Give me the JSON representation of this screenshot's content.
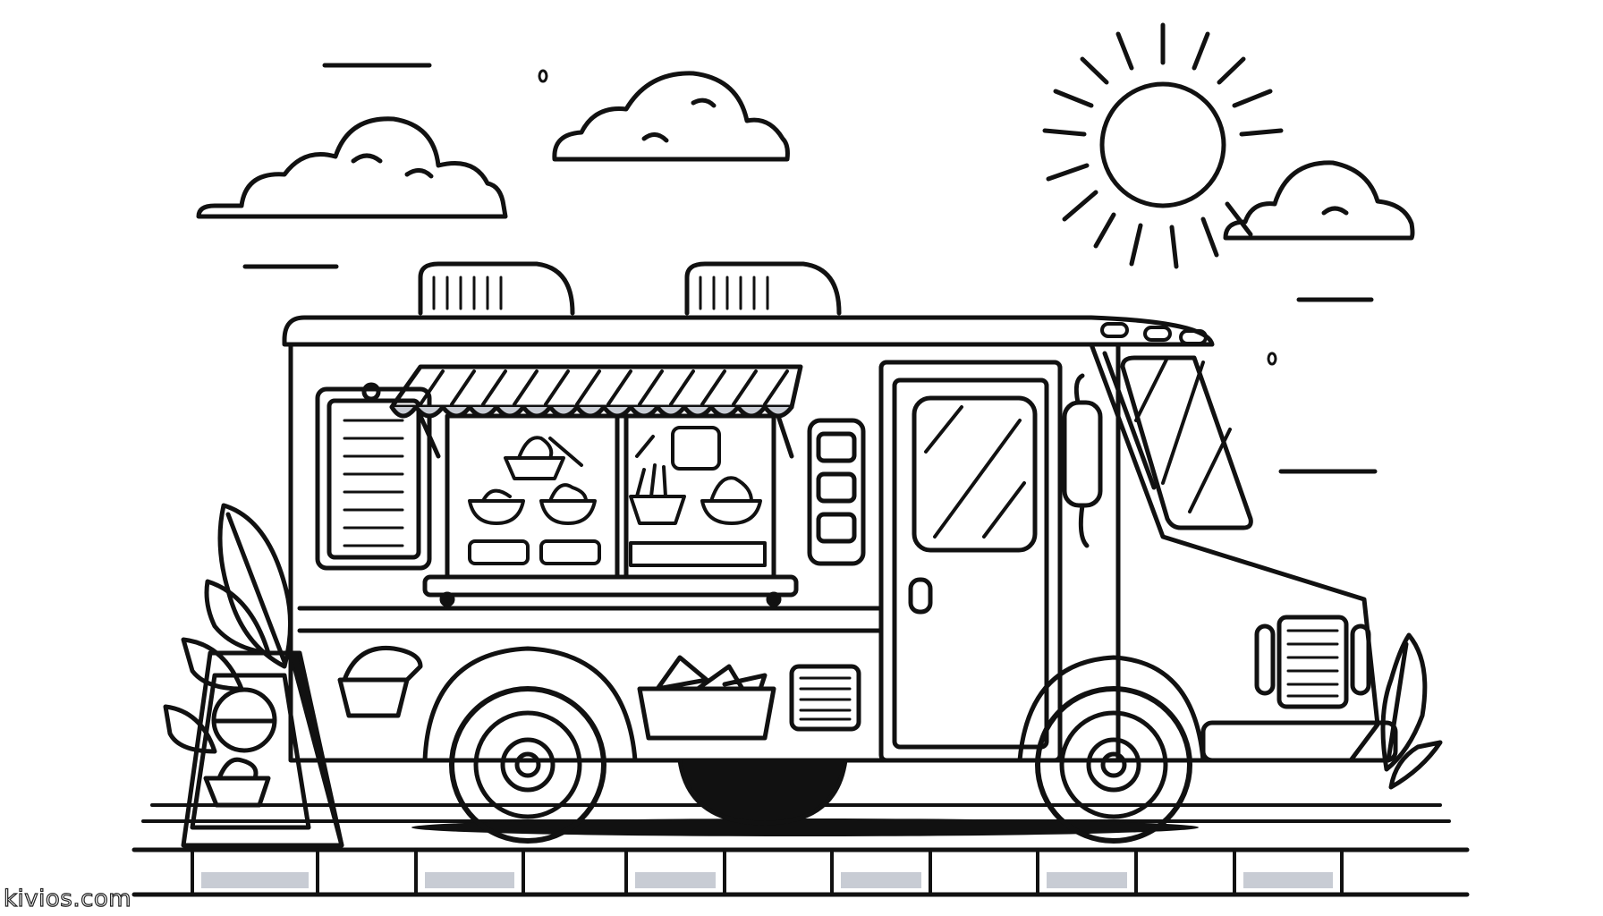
{
  "image": {
    "kind": "coloring-page line art",
    "subject": "food truck parked on a brick sidewalk",
    "palette": {
      "ink": "#111111",
      "paper": "#ffffff",
      "shade": "#c8ccd4"
    }
  },
  "scene": {
    "sky": [
      "sun-with-rays",
      "cloud-left",
      "cloud-center",
      "cloud-right-behind-sun",
      "wind-lines"
    ],
    "truck": {
      "parts": [
        "roof-vents",
        "awning-striped",
        "serving-window",
        "menu-board",
        "side-door",
        "cab-window",
        "side-mirror",
        "front-grille",
        "bumper",
        "front-wheel",
        "rear-wheel",
        "side-vent"
      ],
      "window_items": [
        "soft-serve-in-bowl",
        "salad-bowl",
        "pudding-bowl",
        "fries-basket",
        "sundae-bowl",
        "spatula",
        "knife"
      ],
      "side_decals": [
        "taco-bowl",
        "nachos-basket"
      ]
    },
    "sign": {
      "type": "a-frame sidewalk sign",
      "icons": [
        "circle-divided",
        "ice-cream-cup"
      ]
    },
    "ground": {
      "type": "brick pavement",
      "plants": [
        "leafy-plant-left",
        "leafy-plant-right",
        "shrubs"
      ]
    }
  },
  "watermark": {
    "text": "kivios.com"
  }
}
